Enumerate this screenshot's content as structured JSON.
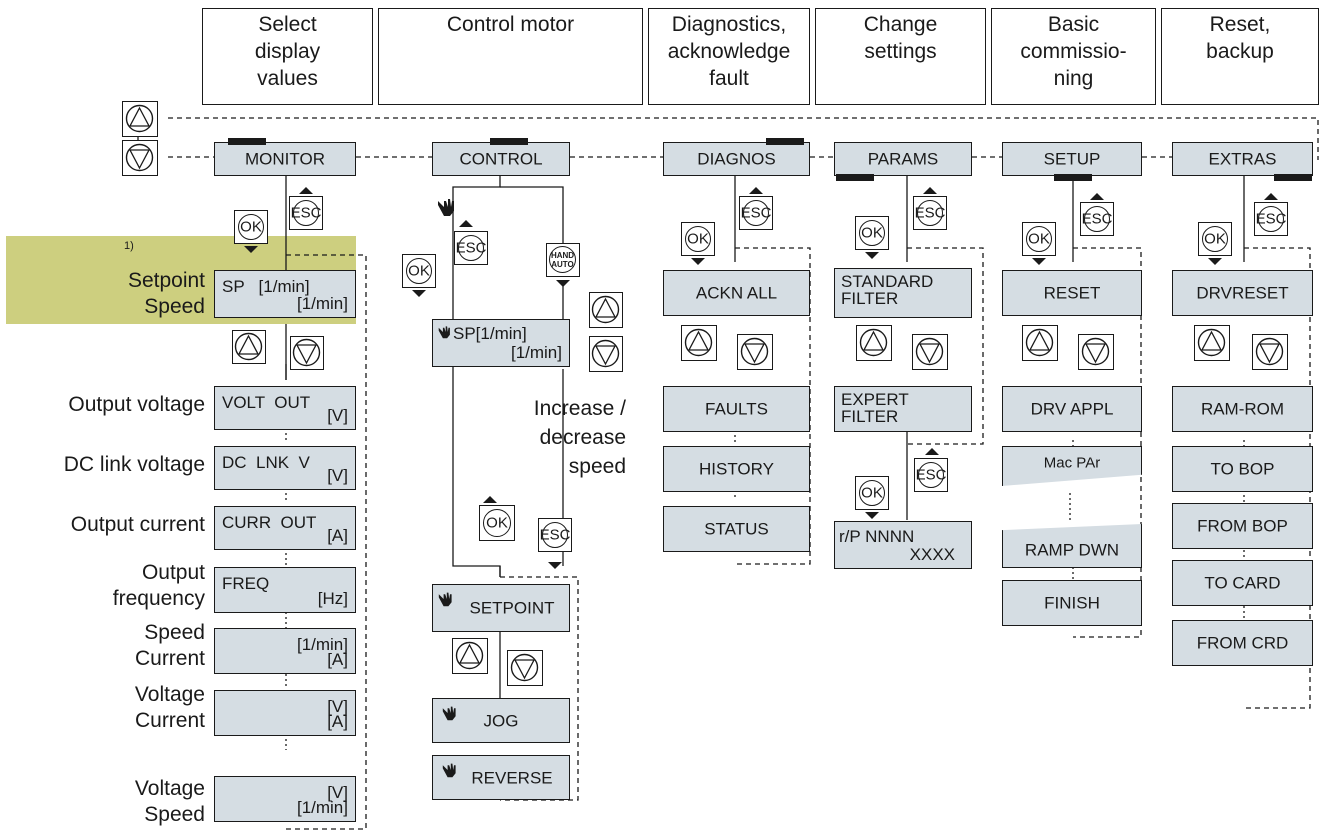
{
  "headers": [
    "Select\ndisplay\nvalues",
    "Control motor",
    "Diagnostics,\nacknowledge\nfault",
    "Change\nsettings",
    "Basic\ncommissio-\nning",
    "Reset,\nbackup"
  ],
  "menus": [
    "MONITOR",
    "CONTROL",
    "DIAGNOS",
    "PARAMS",
    "SETUP",
    "EXTRAS"
  ],
  "buttons": {
    "ok": "OK",
    "esc": "ESC",
    "hand_auto": "HAND\nAUTO"
  },
  "footnote": "1)",
  "monitor": {
    "labels": [
      "Setpoint\nSpeed",
      "Output voltage",
      "DC link voltage",
      "Output current",
      "Output\nfrequency",
      "Speed\nCurrent",
      "Voltage\nCurrent",
      "Voltage\nSpeed"
    ],
    "boxes": [
      {
        "l1": "SP   [1/min]",
        "l2": "[1/min]"
      },
      {
        "l1": "VOLT  OUT",
        "l2": "[V]"
      },
      {
        "l1": "DC  LNK  V",
        "l2": "[V]"
      },
      {
        "l1": "CURR  OUT",
        "l2": "[A]"
      },
      {
        "l1": "FREQ",
        "l2": "[Hz]"
      },
      {
        "l1": "[1/min]",
        "l2": "[A]"
      },
      {
        "l1": "[V]",
        "l2": "[A]"
      },
      {
        "l1": "[V]",
        "l2": "[1/min]"
      }
    ]
  },
  "control": {
    "sp_box": {
      "l1": "SP[1/min]",
      "l2": "[1/min]"
    },
    "increase_text": "Increase /\ndecrease\nspeed",
    "items": [
      "SETPOINT",
      "JOG",
      "REVERSE"
    ]
  },
  "diagnos": {
    "items": [
      "ACKN  ALL",
      "FAULTS",
      "HISTORY",
      "STATUS"
    ]
  },
  "params": {
    "items": [
      "STANDARD\nFILTER",
      "EXPERT\nFILTER"
    ],
    "rp_box": {
      "l1": "r/P NNNN",
      "l2": "XXXX"
    }
  },
  "setup": {
    "items": [
      "RESET",
      "DRV APPL",
      "Mac PAr",
      "RAMP DWN",
      "FINISH"
    ]
  },
  "extras": {
    "items": [
      "DRVRESET",
      "RAM-ROM",
      "TO BOP",
      "FROM BOP",
      "TO  CARD",
      "FROM  CRD"
    ]
  },
  "colors": {
    "box_fill": "#d5dde3",
    "highlight": "#cdcf7f",
    "ink": "#1a1a1a"
  }
}
